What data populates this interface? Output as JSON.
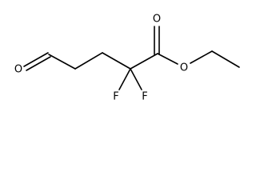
{
  "molecule": {
    "atom_labels": {
      "aldehyde_oxygen": "O",
      "carbonyl_oxygen": "O",
      "ester_oxygen": "O",
      "fluorine_left": "F",
      "fluorine_right": "F"
    }
  }
}
